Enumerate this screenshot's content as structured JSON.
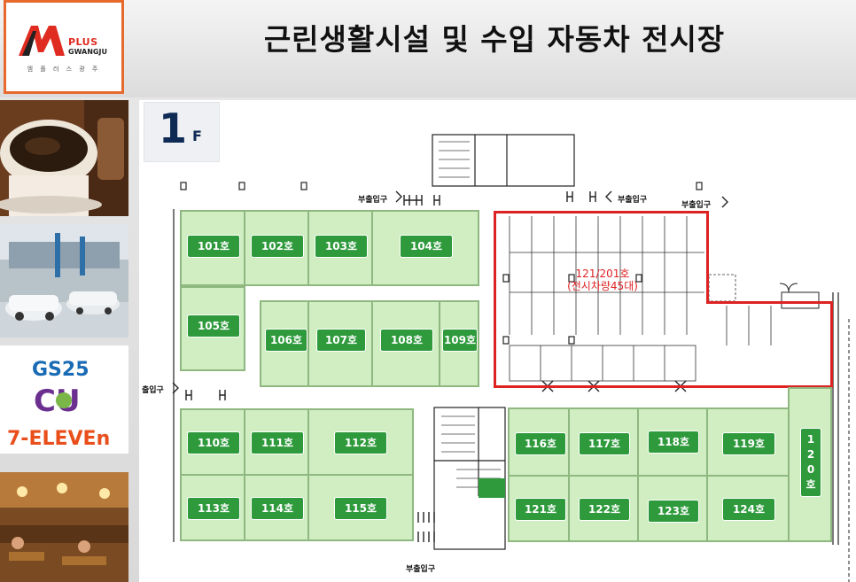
{
  "header": {
    "title": "근린생활시설 및 수입 자동차 전시장",
    "logo": {
      "brand_top": "PLUS",
      "brand_bottom": "GWANGJU",
      "brand_korean": "엠 플 러 스 광 주",
      "accent_color": "#e02b20",
      "border_color": "#e8692d"
    }
  },
  "sidebar": {
    "photos": [
      {
        "subject": "coffee-cup-photo"
      },
      {
        "subject": "car-showroom-photo"
      },
      {
        "subject": "convenience-store-logos",
        "logos": [
          "GS25",
          "CU",
          "7-ELEVEn"
        ]
      },
      {
        "subject": "restaurant-photo"
      }
    ]
  },
  "floor": {
    "number": "1",
    "suffix": "F",
    "color": "#0e2a55"
  },
  "units": {
    "u101": "101호",
    "u102": "102호",
    "u103": "103호",
    "u104": "104호",
    "u105": "105호",
    "u106": "106호",
    "u107": "107호",
    "u108": "108호",
    "u109": "109호",
    "u110": "110호",
    "u111": "111호",
    "u112": "112호",
    "u113": "113호",
    "u114": "114호",
    "u115": "115호",
    "u116": "116호",
    "u117": "117호",
    "u118": "118호",
    "u119": "119호",
    "u120": "1\n2\n0\n호",
    "u121": "121호",
    "u122": "122호",
    "u123": "123호",
    "u124": "124호"
  },
  "showroom": {
    "unit": "121/201호",
    "note": "(전시차량45대)",
    "border_color": "#dd2222"
  },
  "entrances": {
    "label": "부출입구",
    "main_label": "출입구"
  },
  "colors": {
    "unit_fill": "#d0eec2",
    "unit_border": "#8fb780",
    "label_fill": "#2e9a3c"
  }
}
